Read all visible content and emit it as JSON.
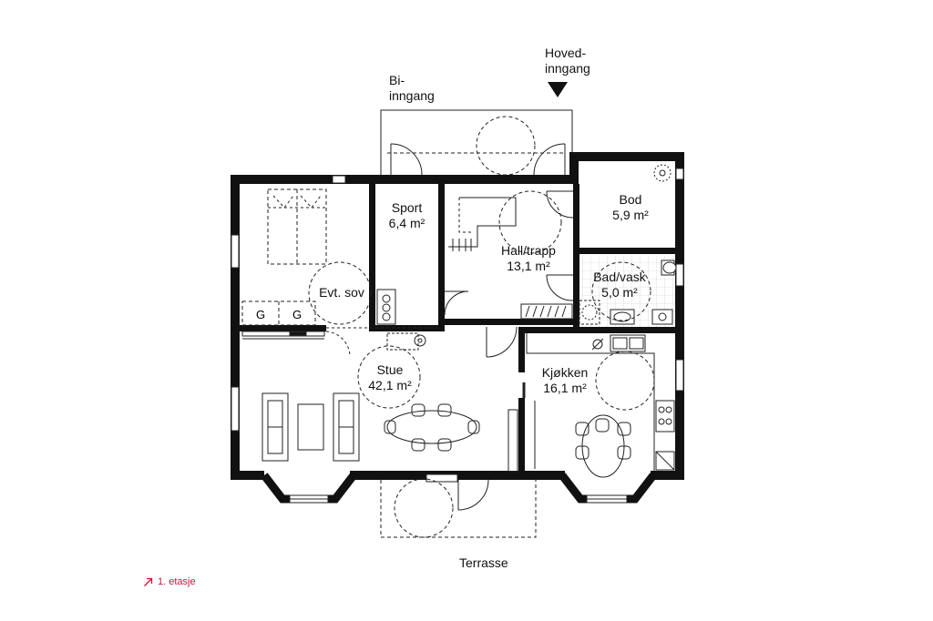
{
  "rooms": [
    {
      "id": "sport",
      "name": "Sport",
      "area": "6,4 m²"
    },
    {
      "id": "hall",
      "name": "Hall/trapp",
      "area": "13,1 m²"
    },
    {
      "id": "bod",
      "name": "Bod",
      "area": "5,9 m²"
    },
    {
      "id": "badvask",
      "name": "Bad/vask",
      "area": "5,0 m²"
    },
    {
      "id": "evtsov",
      "name": "Evt. sov",
      "area": ""
    },
    {
      "id": "stue",
      "name": "Stue",
      "area": "42,1 m²"
    },
    {
      "id": "kjokken",
      "name": "Kjøkken",
      "area": "16,1 m²"
    }
  ],
  "entrances": {
    "side": [
      "Bi-",
      "inngang"
    ],
    "main": [
      "Hoved-",
      "inngang"
    ]
  },
  "terrace": "Terrasse",
  "wardrobe_labels": [
    "G",
    "G"
  ],
  "floor_link": "1. etasje",
  "colors": {
    "wall": "#111111",
    "accent": "#d0103a",
    "line": "#222222"
  }
}
